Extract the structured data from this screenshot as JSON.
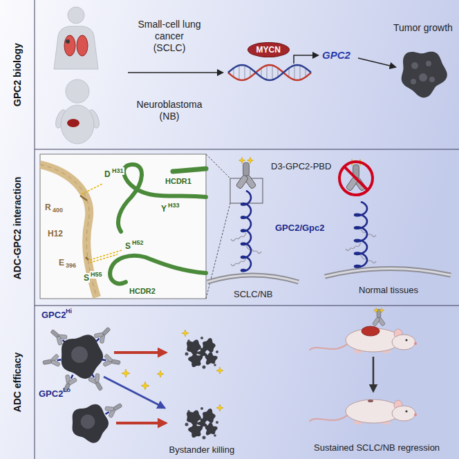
{
  "diagram": {
    "nodes": [
      {
        "text": [
          "MYCN"
        ]
      }
    ],
    "labels": [
      "GPC2 biology",
      "Small-cell lung cancer (SCLC)",
      "Neuroblastoma (NB)",
      "GPC2",
      "Tumor growth",
      "ADC-GPC2 interaction",
      "R",
      "400",
      "D",
      "H31",
      "HCDR1",
      "Y",
      "H33",
      "H12",
      "S",
      "H52",
      "E",
      "396",
      "S",
      "H55",
      "HCDR2",
      "D3-GPC2-PBD",
      "GPC2/Gpc2",
      "SCLC/NB",
      "Normal tissues",
      "ADC efficacy",
      "GPC2",
      "Hi",
      "GPC2",
      "Lo",
      "Bystander killing",
      "Sustained SCLC/NB regression"
    ]
  }
}
